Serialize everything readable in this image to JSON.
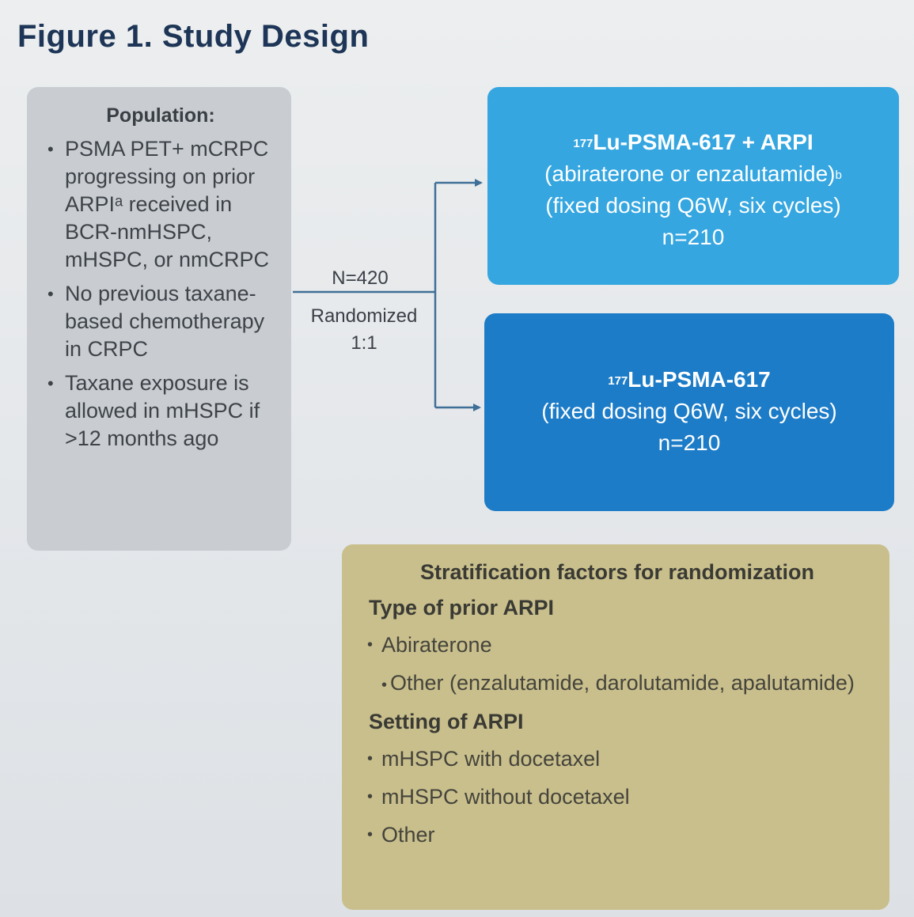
{
  "title": "Figure 1. Study Design",
  "population": {
    "heading": "Population:",
    "bullets": [
      "PSMA PET+ mCRPC progressing on prior ARPIᵃ received in BCR-nmHSPC, mHSPC, or nmCRPC",
      "No previous taxane-based chemotherapy in CRPC",
      "Taxane exposure is allowed in mHSPC if >12 months ago"
    ]
  },
  "randomization": {
    "n": "N=420",
    "label": "Randomized",
    "ratio": "1:1"
  },
  "arm1": {
    "isotope": "177",
    "drug": "Lu-PSMA-617 + ARPI",
    "detail": "(abiraterone or enzalutamide)",
    "detail_sup": "b",
    "dosing": "(fixed dosing Q6W, six cycles)",
    "n": "n=210"
  },
  "arm2": {
    "isotope": "177",
    "drug": "Lu-PSMA-617",
    "dosing": "(fixed dosing Q6W, six cycles)",
    "n": "n=210"
  },
  "stratification": {
    "heading": "Stratification factors for randomization",
    "sections": [
      {
        "title": "Type of prior ARPI",
        "items": [
          "Abiraterone",
          "Other (enzalutamide, darolutamide, apalutamide)"
        ]
      },
      {
        "title": "Setting of ARPI",
        "items": [
          "mHSPC with docetaxel",
          "mHSPC without docetaxel",
          "Other"
        ]
      }
    ]
  },
  "colors": {
    "population_box": "#c9cdd1",
    "arm1_box": "#35a6e0",
    "arm2_box": "#1d7cc7",
    "strat_box": "#c9bf8c",
    "title": "#1d3556",
    "connector": "#3f6f97"
  }
}
